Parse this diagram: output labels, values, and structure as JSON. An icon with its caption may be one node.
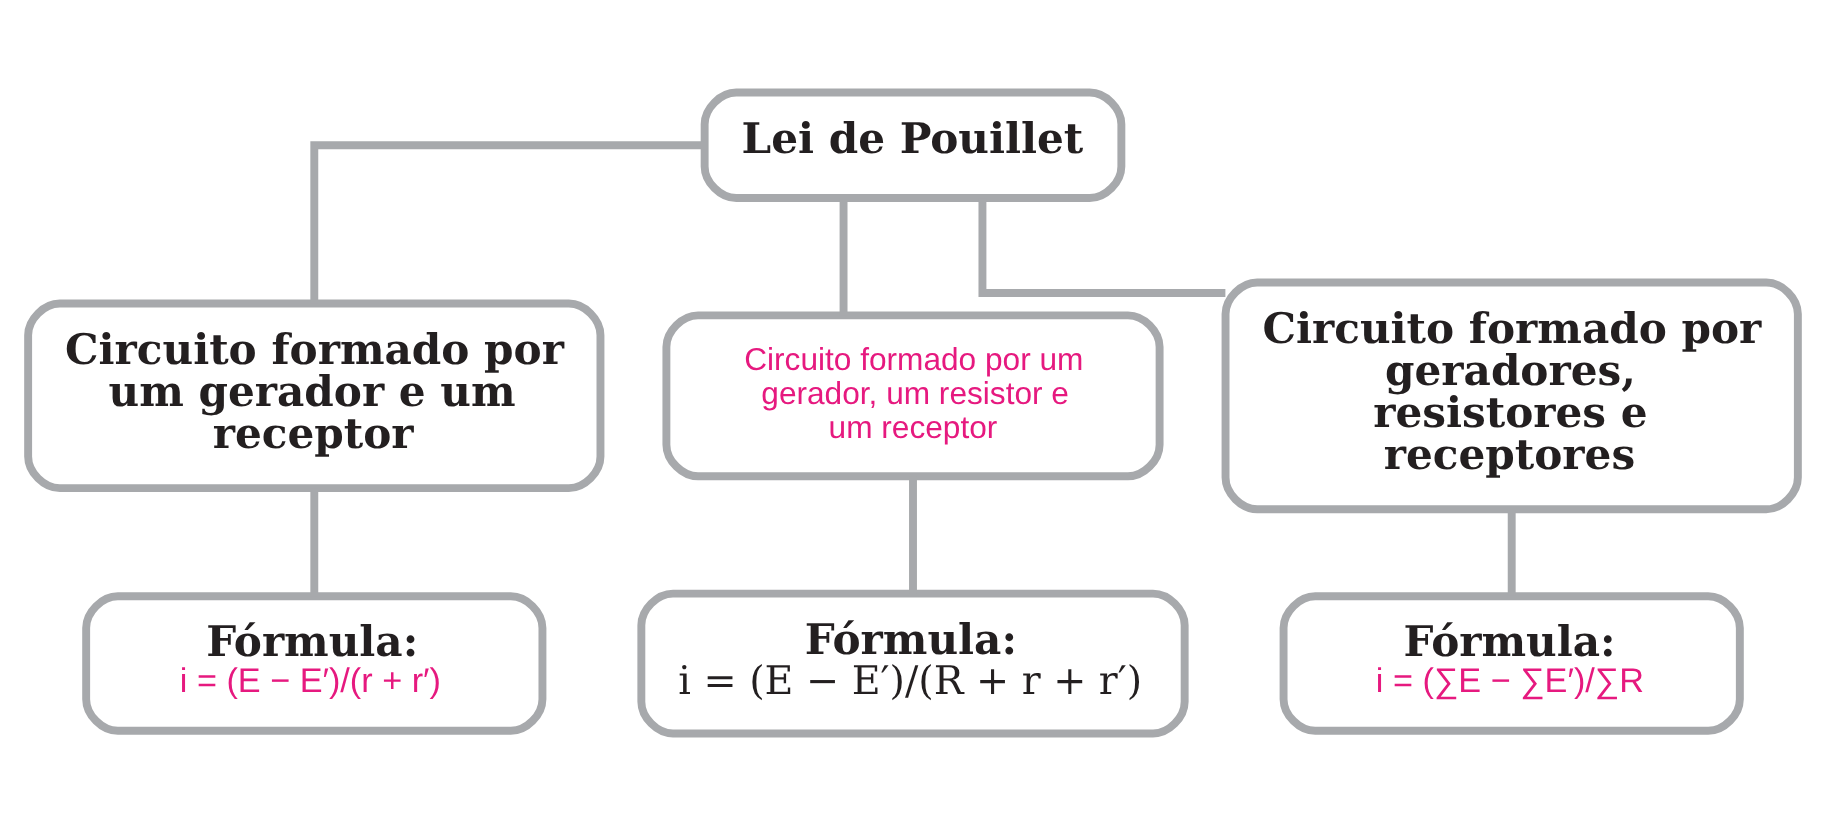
{
  "diagram": {
    "nodes": [
      {
        "text": [
          "Lei de Pouillet"
        ]
      },
      {
        "text": [
          "Circuito formado por um gerador e um receptor"
        ]
      },
      {
        "text": [
          "Circuito formado por um gerador, um resistor e um receptor"
        ]
      },
      {
        "text": [
          "Circuito formado por geradores, resistores e receptores"
        ]
      },
      {
        "text": [
          "Fórmula:",
          "i = (E − E′)/(r + r′)"
        ]
      },
      {
        "text": [
          "Fórmula:",
          "i = (E − E′)/(R + r + r′)"
        ]
      },
      {
        "text": [
          "Fórmula:",
          "i = (∑E − ∑E′)/∑R"
        ]
      }
    ],
    "edges": [
      {
        "from": 0,
        "to": 1,
        "arrow": "none"
      },
      {
        "from": 0,
        "to": 2,
        "arrow": "none"
      },
      {
        "from": 0,
        "to": 3,
        "arrow": "none"
      },
      {
        "from": 1,
        "to": 4,
        "arrow": "none"
      },
      {
        "from": 2,
        "to": 5,
        "arrow": "none"
      },
      {
        "from": 3,
        "to": 6,
        "arrow": "none"
      }
    ]
  }
}
